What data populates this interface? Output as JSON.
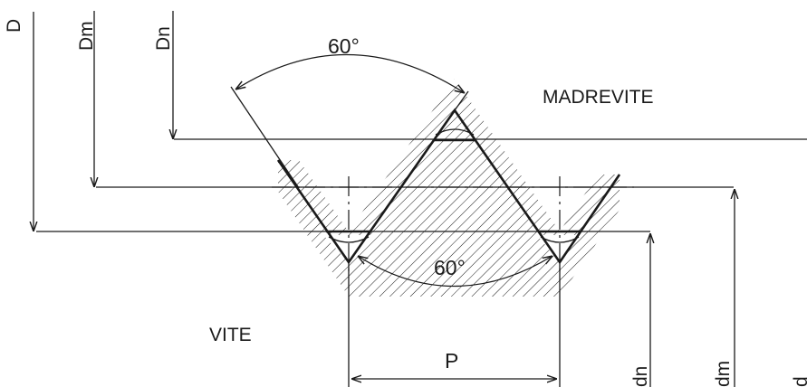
{
  "diagram": {
    "labels": {
      "D": "D",
      "Dm": "Dm",
      "Dn": "Dn",
      "d": "d",
      "dm": "dm",
      "dn": "dn",
      "angle_top": "60°",
      "angle_bottom": "60°",
      "pitch": "P",
      "nut": "MADREVITE",
      "screw": "VITE"
    }
  }
}
